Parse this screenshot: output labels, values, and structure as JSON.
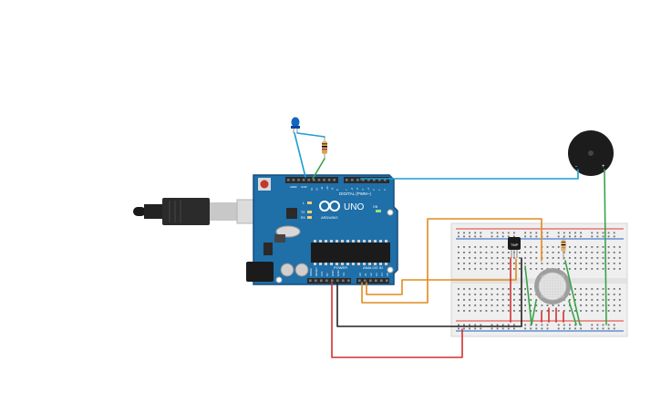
{
  "board": {
    "brand": "ARDUINO",
    "model": "UNO",
    "digital_header": "DIGITAL (PWM~)",
    "power_header": "POWER",
    "analog_header": "ANALOG IN",
    "aref": "AREF",
    "gnd": "GND",
    "tx": "TX",
    "rx": "RX",
    "l": "L",
    "on": "ON",
    "ioref": "IOREF",
    "reset": "RESET",
    "v33": "3V3",
    "v5": "5V",
    "vin": "Vin",
    "analog_pins": [
      "A0",
      "A1",
      "A2",
      "A3",
      "A4",
      "A5"
    ],
    "digital_pins": [
      "13",
      "12",
      "~11",
      "~10",
      "~9",
      "8",
      "7",
      "~6",
      "~5",
      "4",
      "~3",
      "2",
      "1",
      "0"
    ]
  },
  "temp_sensor": {
    "label": "TMP"
  },
  "buzzer": {
    "minus": "-",
    "plus": "+"
  },
  "colors": {
    "board_blue": "#1f6fa8",
    "board_edge": "#174f7a",
    "wire_blue": "#1a9fd0",
    "wire_orange": "#e28a1e",
    "wire_red": "#d32f2f",
    "wire_black": "#222222",
    "wire_green": "#3aa34a",
    "breadboard": "#f0f0f0",
    "rail_red": "#e53935",
    "rail_blue": "#1e63c8"
  }
}
